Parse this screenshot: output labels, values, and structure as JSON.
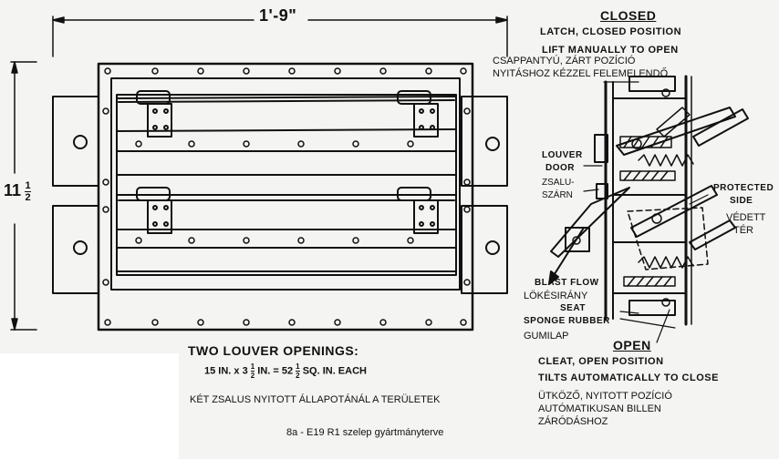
{
  "dimensions": {
    "width": "1'-9\"",
    "height_whole": "11",
    "height_num": "1",
    "height_den": "2"
  },
  "section": {
    "closed_title": "CLOSED",
    "closed_desc_1": "LATCH, CLOSED POSITION",
    "closed_desc_2": "LIFT MANUALLY TO OPEN",
    "closed_hu_1": "CSAPPANTYÚ, ZÁRT POZÍCIÓ",
    "closed_hu_2": "NYITÁSHOZ KÉZZEL FELEMELENDŐ",
    "louver_door_1": "LOUVER",
    "louver_door_2": "DOOR",
    "louver_hu_1": "ZSALU-",
    "louver_hu_2": "SZÁRN",
    "protected_1": "PROTECTED",
    "protected_2": "SIDE",
    "protected_hu_1": "VÉDETT",
    "protected_hu_2": "TÉR",
    "blast_flow": "BLAST FLOW",
    "blast_hu": "LÖKÉSIRÁNY",
    "seat_1": "SEAT",
    "seat_2": "SPONGE RUBBER",
    "seat_hu": "GUMILAP",
    "open_title": "OPEN",
    "open_desc_1": "CLEAT, OPEN POSITION",
    "open_desc_2": "TILTS AUTOMATICALLY TO CLOSE",
    "open_hu_1": "ÜTKÖZŐ, NYITOTT POZÍCIÓ",
    "open_hu_2": "AUTÓMATIKUSAN BILLEN",
    "open_hu_3": "ZÁRÓDÁSHOZ"
  },
  "notes": {
    "title": "TWO LOUVER OPENINGS:",
    "f_a": "15 IN. x 3",
    "f_b": "IN.  =  52",
    "f_num": "1",
    "f_den": "2",
    "f_c": "SQ. IN. EACH",
    "hu": "KÉT ZSALUS NYITOTT ÁLLAPOTÁNÁL A TERÜLETEK",
    "caption": "8a - E19 R1 szelep gyártmányterve"
  }
}
